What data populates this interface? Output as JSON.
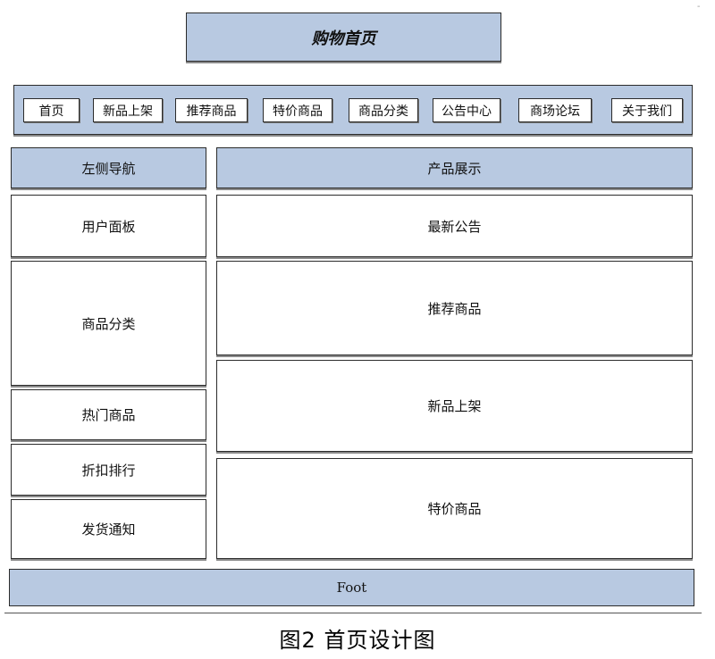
{
  "title": "购物首页",
  "nav": [
    "首页",
    "新品上架",
    "推荐商品",
    "特价商品",
    "商品分类",
    "公告中心",
    "商场论坛",
    "关于我们"
  ],
  "left": {
    "header": "左侧导航",
    "panels": [
      "用户面板",
      "商品分类",
      "热门商品",
      "折扣排行",
      "发货通知"
    ]
  },
  "right": {
    "header": "产品展示",
    "panels": [
      "最新公告",
      "推荐商品",
      "新品上架",
      "特价商品"
    ]
  },
  "footer": "Foot",
  "caption": "图2  首页设计图",
  "colors": {
    "block_fill": "#b8c9e1",
    "panel_fill": "#ffffff",
    "border": "#2b2b2b"
  }
}
